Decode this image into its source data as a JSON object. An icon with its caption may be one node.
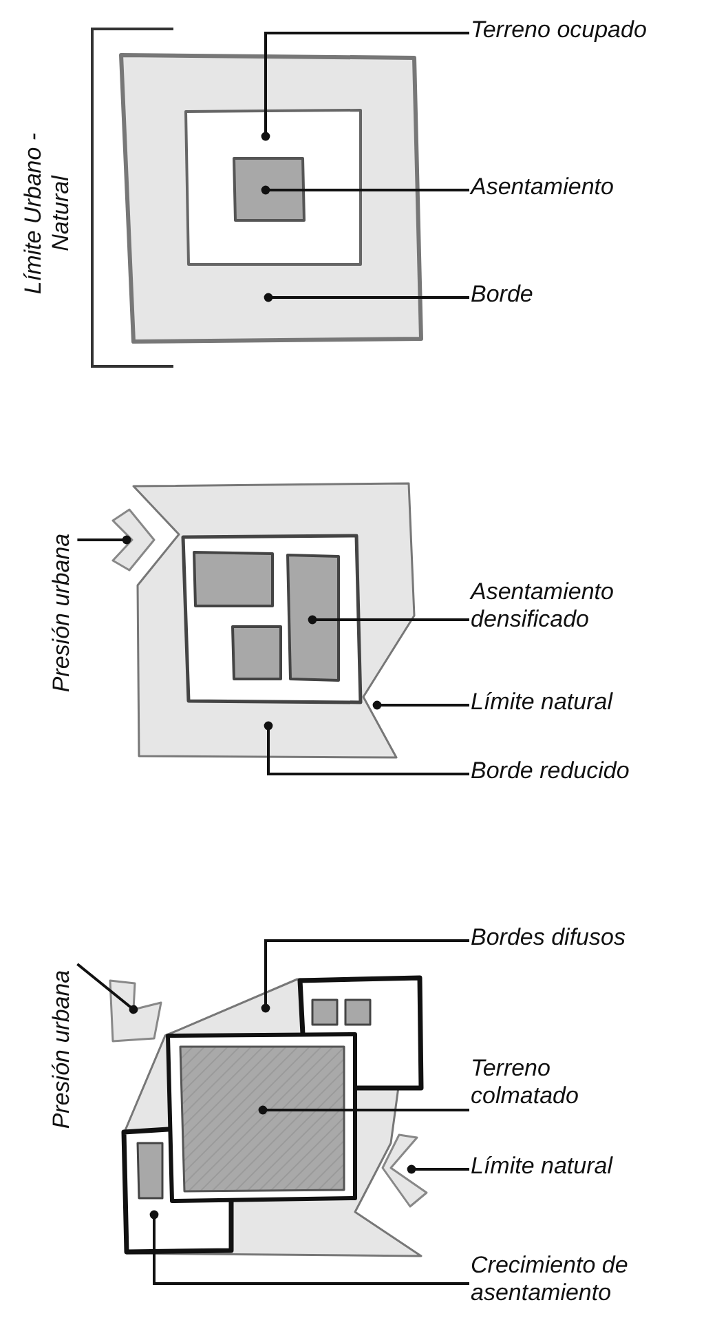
{
  "diagram": {
    "nodes": [
      {
        "text": [
          "Terreno ocupado"
        ]
      },
      {
        "text": [
          "Asentamiento"
        ]
      },
      {
        "text": [
          "Borde"
        ]
      },
      {
        "text": [
          "Presión urbana"
        ]
      },
      {
        "text": [
          "Asentamiento densificado"
        ]
      },
      {
        "text": [
          "Límite natural"
        ]
      },
      {
        "text": [
          "Borde reducido"
        ]
      },
      {
        "text": [
          "Presión urbana"
        ]
      },
      {
        "text": [
          "Bordes difusos"
        ]
      },
      {
        "text": [
          "Terreno colmatado"
        ]
      },
      {
        "text": [
          "Límite natural"
        ]
      },
      {
        "text": [
          "Crecimiento de asentamiento"
        ]
      }
    ],
    "edges": [
      {
        "from": 0,
        "to": null,
        "arrow": "other"
      },
      {
        "from": 1,
        "to": null,
        "arrow": "other"
      },
      {
        "from": 2,
        "to": null,
        "arrow": "other"
      },
      {
        "from": 3,
        "to": null,
        "arrow": "other"
      },
      {
        "from": 4,
        "to": null,
        "arrow": "other"
      },
      {
        "from": 5,
        "to": null,
        "arrow": "other"
      },
      {
        "from": 6,
        "to": null,
        "arrow": "other"
      },
      {
        "from": 7,
        "to": null,
        "arrow": "other"
      },
      {
        "from": 8,
        "to": null,
        "arrow": "other"
      },
      {
        "from": 9,
        "to": null,
        "arrow": "other"
      },
      {
        "from": 10,
        "to": null,
        "arrow": "other"
      },
      {
        "from": 11,
        "to": null,
        "arrow": "other"
      }
    ],
    "labels": [
      "Límite Urbano - Natural"
    ]
  }
}
